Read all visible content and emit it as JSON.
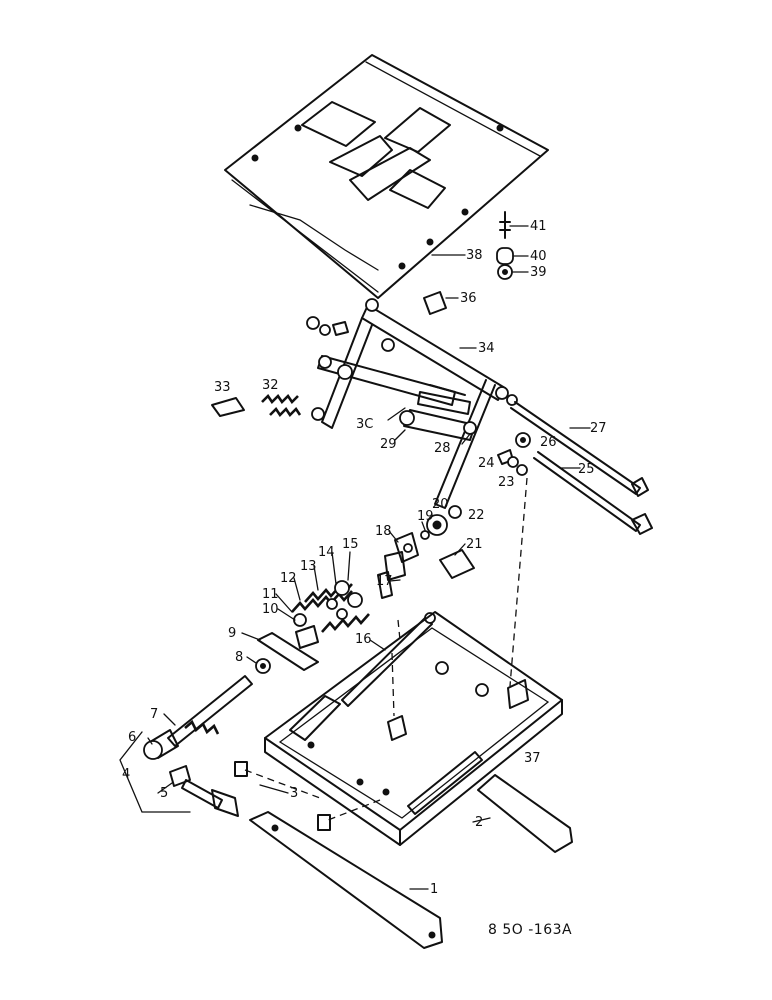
{
  "drawing_ref": "8 5O -163A",
  "callouts": [
    {
      "id": "1",
      "text": "1"
    },
    {
      "id": "2",
      "text": "2"
    },
    {
      "id": "3",
      "text": "3"
    },
    {
      "id": "4",
      "text": "4"
    },
    {
      "id": "5",
      "text": "5"
    },
    {
      "id": "6",
      "text": "6"
    },
    {
      "id": "7",
      "text": "7"
    },
    {
      "id": "8",
      "text": "8"
    },
    {
      "id": "9",
      "text": "9"
    },
    {
      "id": "10",
      "text": "10"
    },
    {
      "id": "11",
      "text": "11"
    },
    {
      "id": "12",
      "text": "12"
    },
    {
      "id": "13",
      "text": "13"
    },
    {
      "id": "14",
      "text": "14"
    },
    {
      "id": "15",
      "text": "15"
    },
    {
      "id": "16",
      "text": "16"
    },
    {
      "id": "17",
      "text": "17"
    },
    {
      "id": "18",
      "text": "18"
    },
    {
      "id": "19",
      "text": "19"
    },
    {
      "id": "20",
      "text": "20"
    },
    {
      "id": "21",
      "text": "21"
    },
    {
      "id": "22",
      "text": "22"
    },
    {
      "id": "23",
      "text": "23"
    },
    {
      "id": "24",
      "text": "24"
    },
    {
      "id": "25",
      "text": "25"
    },
    {
      "id": "26",
      "text": "26"
    },
    {
      "id": "27",
      "text": "27"
    },
    {
      "id": "28",
      "text": "28"
    },
    {
      "id": "29",
      "text": "29"
    },
    {
      "id": "30",
      "text": "3C"
    },
    {
      "id": "32",
      "text": "32"
    },
    {
      "id": "33",
      "text": "33"
    },
    {
      "id": "34",
      "text": "34"
    },
    {
      "id": "36",
      "text": "36"
    },
    {
      "id": "37",
      "text": "37"
    },
    {
      "id": "38",
      "text": "38"
    },
    {
      "id": "39",
      "text": "39"
    },
    {
      "id": "40",
      "text": "40"
    },
    {
      "id": "41",
      "text": "41"
    }
  ]
}
